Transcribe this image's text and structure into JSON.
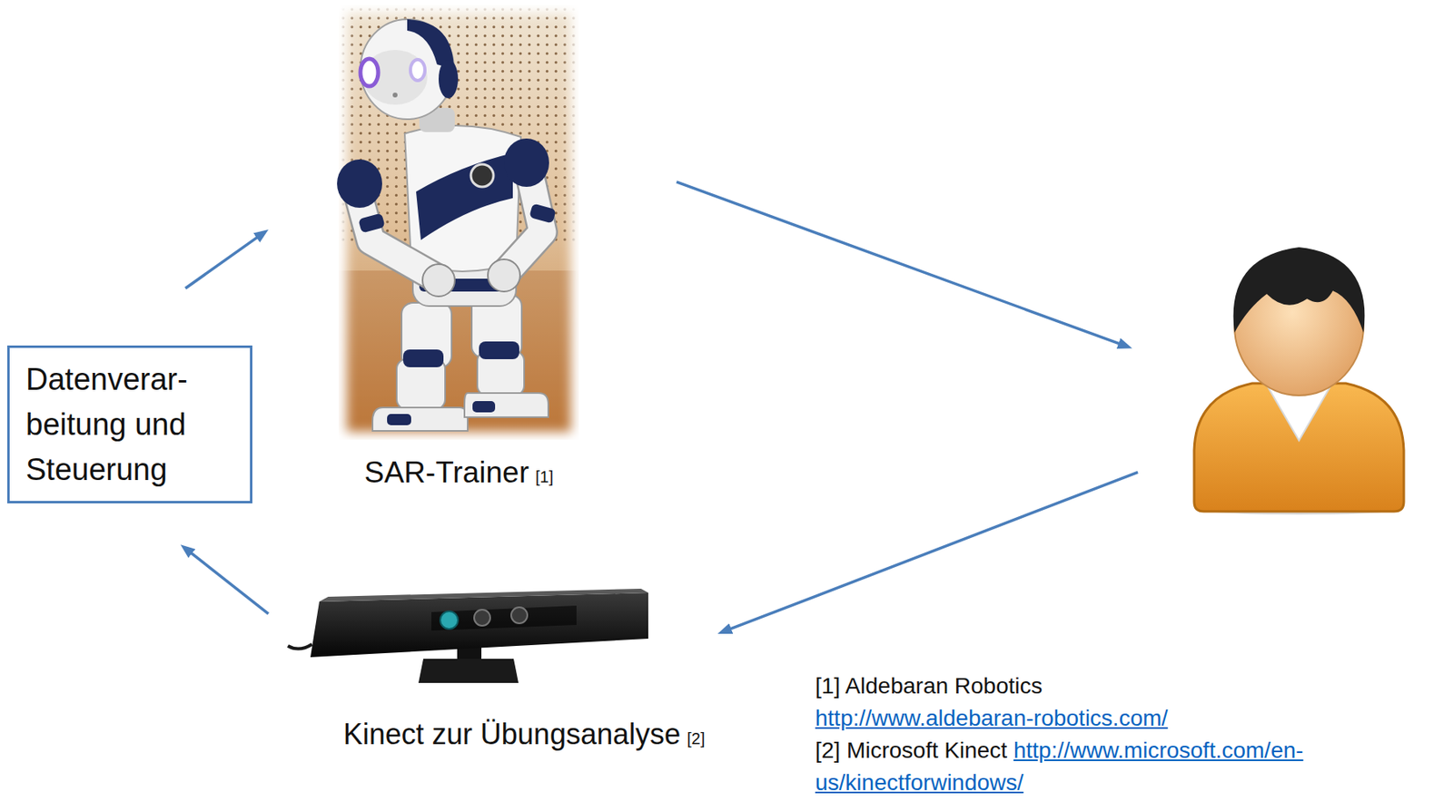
{
  "diagram": {
    "nodes": [
      {
        "text": [
          "SAR-Trainer",
          "[1]"
        ]
      },
      {
        "text": [
          "Datenverar- beitung und Steuerung"
        ]
      },
      {
        "text": []
      },
      {
        "text": [
          "Kinect zur Übungsanalyse",
          "[2]"
        ]
      }
    ],
    "edges": [
      {
        "from": 1,
        "to": 0,
        "arrow": "to"
      },
      {
        "from": 0,
        "to": 2,
        "arrow": "to"
      },
      {
        "from": 2,
        "to": 3,
        "arrow": "to"
      },
      {
        "from": 3,
        "to": 1,
        "arrow": "to"
      }
    ],
    "labels": [
      "[1] Aldebaran Robotics",
      "http://www.aldebaran-robotics.com/",
      "[2] Microsoft Kinect",
      "http://www.microsoft.com/en-us/kinectforwindows/"
    ]
  }
}
